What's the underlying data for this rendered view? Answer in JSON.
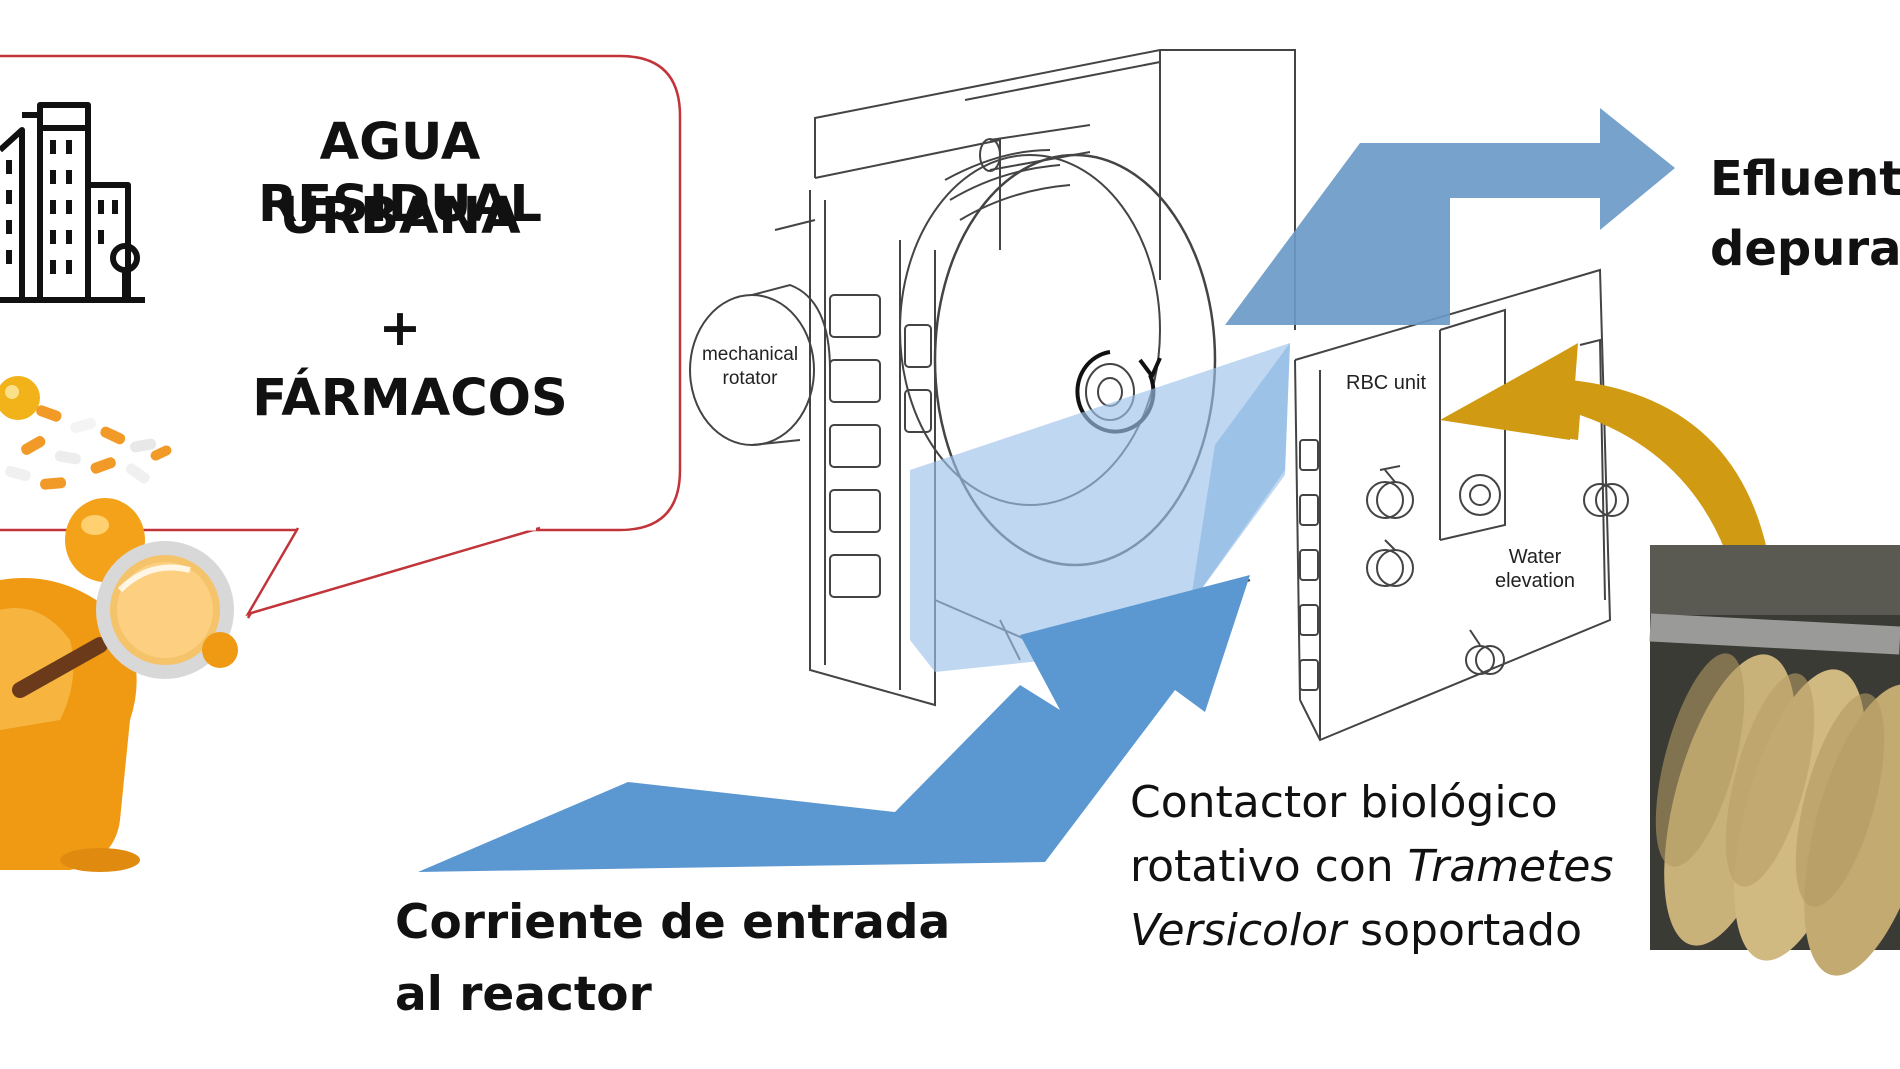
{
  "callout": {
    "line1": "AGUA RESIDUAL",
    "line2": "URBANA",
    "plus": "+",
    "line3": "FÁRMACOS"
  },
  "effluent": {
    "line1": "Efluente",
    "line2": "depurad"
  },
  "inlet": {
    "line1": "Corriente de entrada",
    "line2": "al reactor"
  },
  "contactor": {
    "line1": "Contactor biológico",
    "line2_prefix": "rotativo con ",
    "line2_italic": "Trametes",
    "line3_italic": "Versicolor",
    "line3_suffix": " soportado"
  },
  "schematic": {
    "mechanical_rotator_line1": "mechanical",
    "mechanical_rotator_line2": "rotator",
    "rbc_unit": "RBC unit",
    "water_elevation_line1": "Water",
    "water_elevation_line2": "elevation"
  },
  "colors": {
    "callout_border": "#c0343a",
    "arrow_blue_dark": "#6a9ac8",
    "arrow_blue_inlet": "#5b97d1",
    "arrow_blue_light": "#9cc2ea",
    "arrow_gold": "#d09a12",
    "figure_orange": "#f5a21b"
  },
  "icons": [
    "city-buildings-icon",
    "pills-icon",
    "detective-figure-icon",
    "magnifying-glass-icon",
    "rotation-arrow-icon"
  ]
}
